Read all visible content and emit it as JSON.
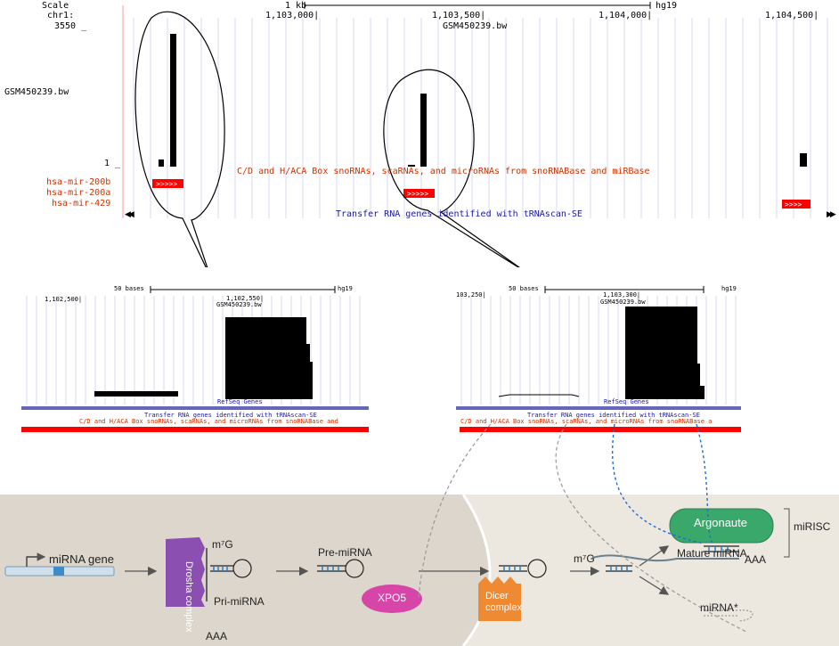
{
  "colors": {
    "bar": "#000000",
    "gene_red": "#ff0000",
    "gene_label": "#cc3300",
    "trna_blue": "#1a1aa6",
    "track_blue": "#6666bb",
    "drosha_purple": "#8a4fb0",
    "xpo5_magenta": "#d845a8",
    "dicer_orange": "#ef8a33",
    "argonaute_green": "#3aa86b",
    "cell_bg": "#e9e4dc",
    "nucleus_bg": "#ddd6cc",
    "rna_blue": "#2a7fc1"
  },
  "main_track": {
    "scale_label": "Scale",
    "chrom_label": "chr1:",
    "ymax": "3550 _",
    "ymin": "1 _",
    "scalebar_label": "1 kb",
    "assembly": "hg19",
    "positions": [
      "1,103,000|",
      "1,103,500|",
      "1,104,000|",
      "1,104,500|"
    ],
    "track_title": "GSM450239.bw",
    "track_name": "GSM450239.bw",
    "gene_track_desc": "C/D and H/ACA Box snoRNAs, scaRNAs, and microRNAs from snoRNABase and miRBase",
    "genes": [
      "hsa-mir-200b",
      "hsa-mir-200a",
      "hsa-mir-429"
    ],
    "trna_label": "Transfer RNA genes identified with tRNAscan-SE",
    "nav_left": "◀◀",
    "nav_right": "▶▶"
  },
  "zoom_left": {
    "scalebar_label": "50 bases",
    "assembly": "hg19",
    "pos_left": "1,102,500|",
    "pos_mid": "1,102,550|",
    "track_title": "GSM450239.bw",
    "refseq": "RefSeq Genes",
    "trna_label": "Transfer RNA genes identified with tRNAscan-SE",
    "gene_desc": "C/D and H/ACA Box snoRNAs, scaRNAs, and microRNAs from snoRNABase and"
  },
  "zoom_right": {
    "scalebar_label": "50 bases",
    "assembly": "hg19",
    "pos_left": "103,250|",
    "pos_mid": "1,103,300|",
    "track_title": "GSM450239.bw",
    "refseq": "RefSeq Genes",
    "trna_label": "Transfer RNA genes identified with tRNAscan-SE",
    "gene_desc": "C/D and H/ACA Box snoRNAs, scaRNAs, and microRNAs from snoRNABase a"
  },
  "pathway": {
    "mirna_gene": "miRNA gene",
    "m7g_1": "m⁷G",
    "drosha": "Drosha complex",
    "pri_mirna": "Pri-miRNA",
    "aaa_1": "AAA",
    "pre_mirna": "Pre-miRNA",
    "xpo5": "XPO5",
    "dicer": "Dicer complex",
    "m7g_2": "m⁷G",
    "argonaute": "Argonaute",
    "aaa_2": "AAA",
    "mirisc": "miRISC",
    "mature": "Mature miRNA",
    "mirna_star": "miRNA*"
  }
}
